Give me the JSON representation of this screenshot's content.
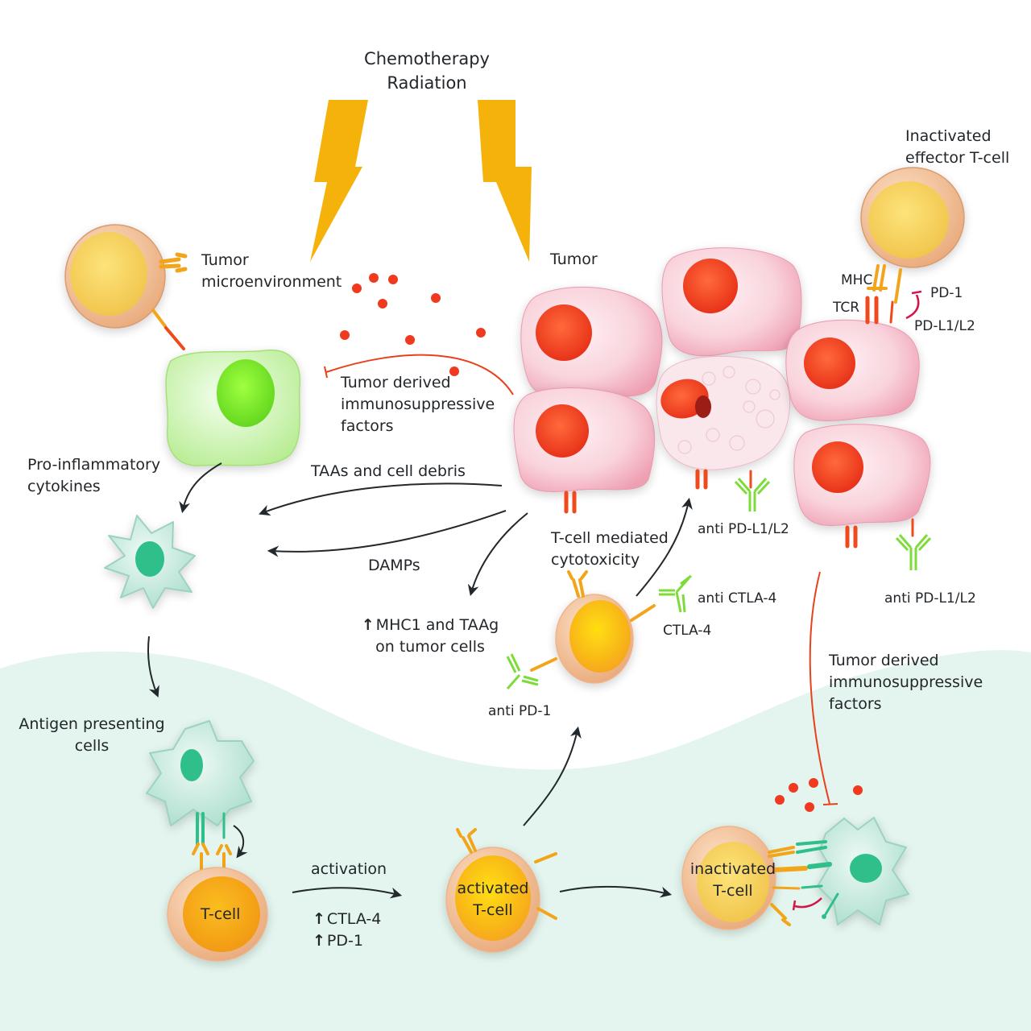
{
  "title": {
    "line1": "Chemotherapy",
    "line2": "Radiation"
  },
  "colors": {
    "background": "#ffffff",
    "lymph_zone": "#e3f5ee",
    "lightning": "#f5b20a",
    "tumor_cell": "#f6c3d0",
    "tumor_nucleus": "#f2421e",
    "t_cell_membrane": "#f0b48a",
    "t_cell_nucleus": "#f7c22b",
    "apc_cell": "#bfe6d9",
    "apc_nucleus": "#2fbf8a",
    "macrophage_cell": "#c8f2a8",
    "macrophage_nucleus": "#7ee832",
    "antibody": "#7ddc3a",
    "receptor_orange": "#f2a51a",
    "receptor_red": "#f04a1c",
    "inhibit_red": "#e8421c",
    "inhibit_crimson": "#d4154a",
    "arrow": "#23282d",
    "factor_dot": "#f03a20"
  },
  "labels": {
    "tumor_microenvironment": [
      "Tumor",
      "microenvironment"
    ],
    "tumor": "Tumor",
    "inactivated_effector": [
      "Inactivated",
      "effector T-cell"
    ],
    "mhc": "MHC",
    "tcr": "TCR",
    "pd1": "PD-1",
    "pdl1l2": "PD-L1/L2",
    "tumor_derived_top": [
      "Tumor derived",
      "immunosuppressive",
      "factors"
    ],
    "pro_inflammatory": [
      "Pro-inflammatory",
      "cytokines"
    ],
    "taas_debris": "TAAs and cell debris",
    "damps": "DAMPs",
    "mhc1_taag": [
      "MHC1 and TAAg",
      "on tumor cells"
    ],
    "tcell_cytotoxicity": [
      "T-cell mediated",
      "cytotoxicity"
    ],
    "anti_pdl1_mid": "anti PD-L1/L2",
    "anti_pdl1_right": "anti PD-L1/L2",
    "anti_ctla4": "anti CTLA-4",
    "ctla4": "CTLA-4",
    "anti_pd1": "anti PD-1",
    "tumor_derived_bottom": [
      "Tumor derived",
      "immunosuppressive",
      "factors"
    ],
    "antigen_presenting": [
      "Antigen presenting",
      "cells"
    ],
    "tcell": "T-cell",
    "activation": "activation",
    "up_ctla4": "CTLA-4",
    "up_pd1": "PD-1",
    "activated_tcell": [
      "activated",
      "T-cell"
    ],
    "inactivated_tcell": [
      "inactivated",
      "T-cell"
    ],
    "up_arrow": "↑"
  }
}
